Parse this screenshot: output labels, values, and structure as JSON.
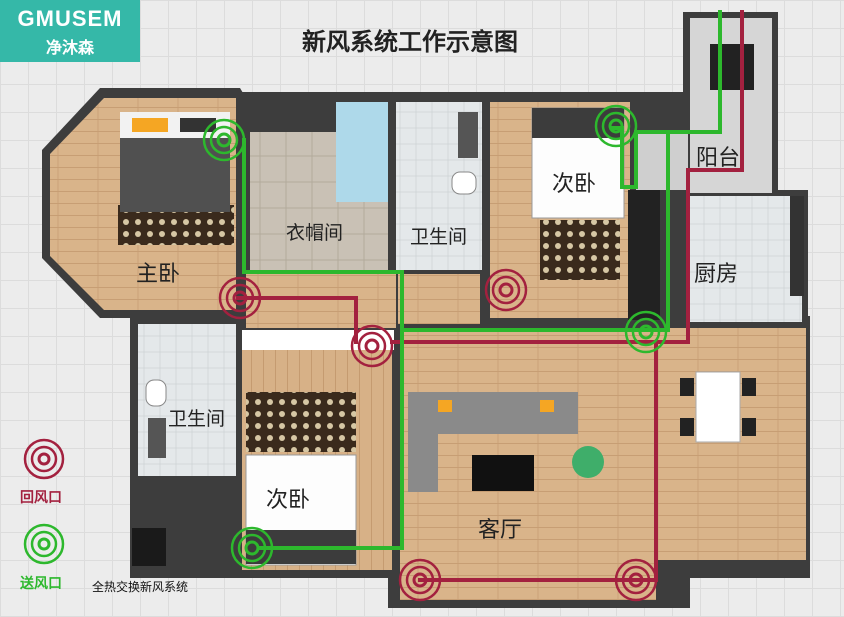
{
  "logo": {
    "brand": "GMUSEM",
    "brand_cn": "净沐森"
  },
  "title": "新风系统工作示意图",
  "rooms": {
    "master_bedroom": "主卧",
    "cloakroom": "衣帽间",
    "bathroom_top": "卫生间",
    "second_bedroom_top": "次卧",
    "balcony": "阳台",
    "kitchen": "厨房",
    "bathroom_left": "卫生间",
    "second_bedroom_bottom": "次卧",
    "living_room": "客厅"
  },
  "legend": {
    "return_vent": "回风口",
    "supply_vent": "送风口",
    "erv_unit": "全热交换新风系统"
  },
  "colors": {
    "return": "#a3213f",
    "supply": "#2db82d",
    "logo_bg": "#35b8a8"
  }
}
